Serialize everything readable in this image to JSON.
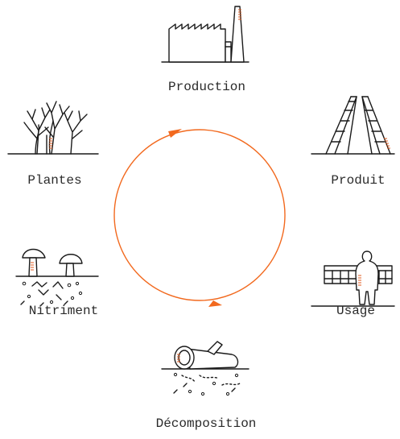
{
  "stages": [
    {
      "label": "Production",
      "icon": "factory-icon"
    },
    {
      "label": "Produit",
      "icon": "ladder-icon"
    },
    {
      "label": "Usage",
      "icon": "person-carrying-ladder-icon"
    },
    {
      "label": "Décomposition",
      "icon": "rotting-log-icon"
    },
    {
      "label": "Nitriment",
      "icon": "mushrooms-icon"
    },
    {
      "label": "Plantes",
      "icon": "trees-icon"
    }
  ],
  "colors": {
    "cycle": "#f2691e",
    "tick": "#e05a1e",
    "ink": "#1a1a1a",
    "text": "#2a2a2a"
  }
}
